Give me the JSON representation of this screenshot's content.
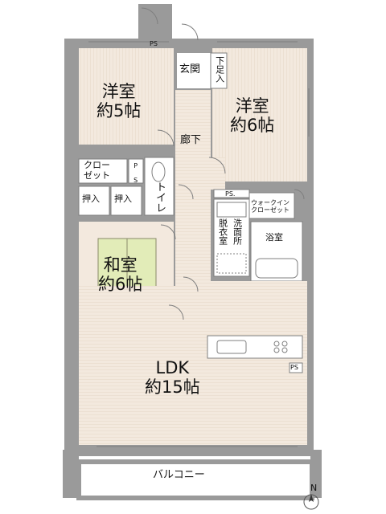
{
  "rooms": {
    "western_room_1": {
      "name": "洋室",
      "size": "約5帖"
    },
    "western_room_2": {
      "name": "洋室",
      "size": "約6帖"
    },
    "japanese_room": {
      "name": "和室",
      "size": "約6帖"
    },
    "ldk": {
      "name": "LDK",
      "size": "約15帖"
    },
    "balcony": {
      "name": "バルコニー"
    },
    "bathroom": {
      "name": "浴室"
    },
    "entrance": {
      "name": "玄関"
    },
    "shoe_storage": {
      "name": "下足入"
    },
    "hallway": {
      "name": "廊下"
    },
    "toilet": {
      "name": "トイレ"
    },
    "dressing_room": {
      "name": "脱衣室"
    },
    "washroom": {
      "name": "洗面所"
    },
    "closet": {
      "name": "クローゼット",
      "line1": "クロー",
      "line2": "ゼット"
    },
    "walk_in_closet": {
      "line1": "ウォークイン",
      "line2": "クローゼット"
    },
    "oshiire_1": {
      "name": "押入"
    },
    "oshiire_2": {
      "name": "押入"
    }
  },
  "ps_labels": {
    "top": "PS",
    "left": "P S",
    "center": "PS.",
    "kitchen": "PS"
  },
  "compass": {
    "north": "N"
  },
  "colors": {
    "wall": "#9a9a9a",
    "floor": "#f3e9de",
    "floor_line": "#e7d9ca",
    "tatami": "#e2ecb8",
    "tatami_line": "#8a8a6a",
    "fixture": "#ffffff",
    "fixture_stroke": "#7f7f7f"
  }
}
